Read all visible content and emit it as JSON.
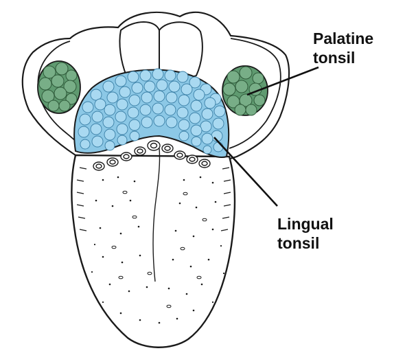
{
  "labels": {
    "palatine": {
      "line1": "Palatine",
      "line2": "tonsil"
    },
    "lingual": {
      "line1": "Lingual",
      "line2": "tonsil"
    }
  },
  "colors": {
    "outline": "#1a1a1a",
    "lingual_tonsil_fill": "#8cc8e6",
    "lingual_tonsil_cell": "#a9d9f1",
    "palatine_tonsil_fill": "#5f9a70",
    "palatine_tonsil_cell": "#78ae87",
    "tissue": "#ffffff",
    "leader_line": "#111111"
  }
}
